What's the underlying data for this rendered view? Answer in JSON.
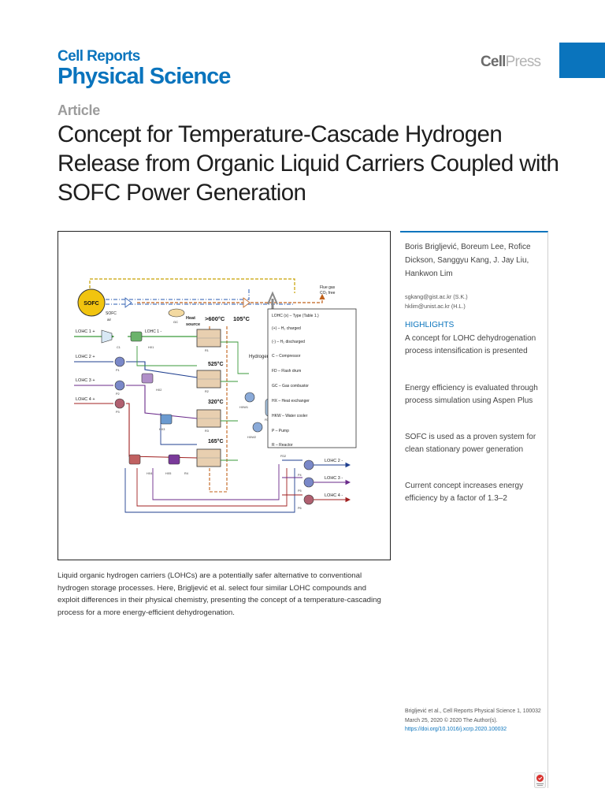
{
  "header": {
    "journal_line1": "Cell Reports",
    "journal_line2": "Physical Science",
    "publisher_a": "Cell",
    "publisher_b": "Press",
    "brand_color": "#0a74bd"
  },
  "article_type": "Article",
  "title": "Concept for Temperature-Cascade Hydrogen Release from Organic Liquid Carriers Coupled with SOFC Power Generation",
  "authors": "Boris Brigljević, Boreum Lee, Rofice Dickson, Sanggyu Kang, J. Jay Liu, Hankwon Lim",
  "emails": [
    "sgkang@gist.ac.kr (S.K.)",
    "hklim@unist.ac.kr (H.L.)"
  ],
  "highlights_title": "HIGHLIGHTS",
  "highlights": [
    "A concept for LOHC dehydrogenation process intensification is presented",
    "Energy efficiency is evaluated through process simulation using Aspen Plus",
    "SOFC is used as a proven system for clean stationary power generation",
    "Current concept increases energy efficiency by a factor of 1.3–2"
  ],
  "caption": "Liquid organic hydrogen carriers (LOHCs) are a potentially safer alternative to conventional hydrogen storage processes. Here, Brigljević et al. select four similar LOHC compounds and exploit differences in their physical chemistry, presenting the concept of a temperature-cascading process for a more energy-efficient dehydrogenation.",
  "citation": {
    "line1": "Brigljević et al., Cell Reports Physical Science 1, 100032",
    "line2": "March 25, 2020 © 2020 The Author(s).",
    "doi": "https://doi.org/10.1016/j.xcrp.2020.100032"
  },
  "figure": {
    "sofc": "SOFC",
    "sofc_label": "SOFC",
    "air": "air",
    "gc": "GC",
    "heat_source": [
      "Heat",
      "source"
    ],
    "temps": [
      ">600°C",
      "105°C",
      "525°C",
      "320°C",
      "165°C"
    ],
    "flue_gas": [
      "Flue gas",
      "CO₂ free"
    ],
    "hydrogen": "Hydrogen",
    "lohc_in": [
      "LOHC 1 +",
      "LOHC 2 +",
      "LOHC 3 +",
      "LOHC 4 +"
    ],
    "lohc1_minus": "LOHC 1 -",
    "lohc_out": [
      "LOHC 2 -",
      "LOHC 3 -",
      "LOHC 4 -"
    ],
    "unit_labels": [
      "C1",
      "HX1",
      "R1",
      "P1",
      "HX2",
      "R2",
      "P2",
      "HX3",
      "R3",
      "P3",
      "HX4",
      "HX5",
      "R4",
      "HXW1",
      "HXW2",
      "FD1",
      "FD2",
      "P4",
      "P5",
      "P6"
    ],
    "legend": [
      "LOHC (x) – Type (Table 1.)",
      "(+) – H₂ charged",
      "(-) – H₂ discharged",
      "C – Compressor",
      "FD – Flash drum",
      "GC – Gas combustor",
      "HX – Heat exchanger",
      "HKW – Water cooler",
      "P – Pump",
      "R – Reactor"
    ]
  }
}
